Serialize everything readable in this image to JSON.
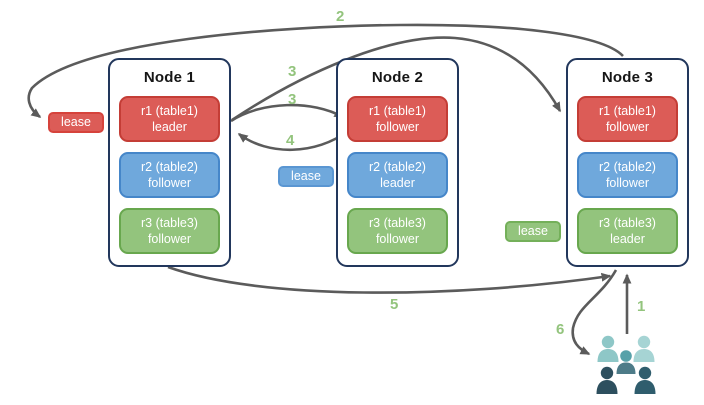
{
  "nodes": [
    {
      "title": "Node 1",
      "replicas": [
        {
          "name": "r1 (table1)",
          "role": "leader",
          "color": "red"
        },
        {
          "name": "r2 (table2)",
          "role": "follower",
          "color": "blue"
        },
        {
          "name": "r3 (table3)",
          "role": "follower",
          "color": "green"
        }
      ]
    },
    {
      "title": "Node 2",
      "replicas": [
        {
          "name": "r1 (table1)",
          "role": "follower",
          "color": "red"
        },
        {
          "name": "r2 (table2)",
          "role": "leader",
          "color": "blue"
        },
        {
          "name": "r3 (table3)",
          "role": "follower",
          "color": "green"
        }
      ]
    },
    {
      "title": "Node 3",
      "replicas": [
        {
          "name": "r1 (table1)",
          "role": "follower",
          "color": "red"
        },
        {
          "name": "r2 (table2)",
          "role": "follower",
          "color": "blue"
        },
        {
          "name": "r3 (table3)",
          "role": "leader",
          "color": "green"
        }
      ]
    }
  ],
  "leases": {
    "red": {
      "label": "lease"
    },
    "blue": {
      "label": "lease"
    },
    "green": {
      "label": "lease"
    }
  },
  "steps": {
    "step1": "1",
    "step2": "2",
    "step3a": "3",
    "step3b": "3",
    "step4": "4",
    "step5": "5",
    "step6": "6"
  },
  "colors": {
    "replica_red_fill": "#dc5c57",
    "replica_red_border": "#c43d36",
    "replica_blue_fill": "#6fa8dc",
    "replica_blue_border": "#4586c9",
    "replica_green_fill": "#93c47d",
    "replica_green_border": "#68a74e",
    "node_border": "#22375c",
    "arrow": "#5b5b5b",
    "step_label": "#93c47d",
    "users_back_left": "#8ec7c7",
    "users_back_right": "#a6d4d4",
    "users_mid_head": "#57a1a9",
    "users_mid_body": "#4d7b88",
    "users_front_left": "#2d4f5e",
    "users_front_right": "#2f5d6d"
  }
}
